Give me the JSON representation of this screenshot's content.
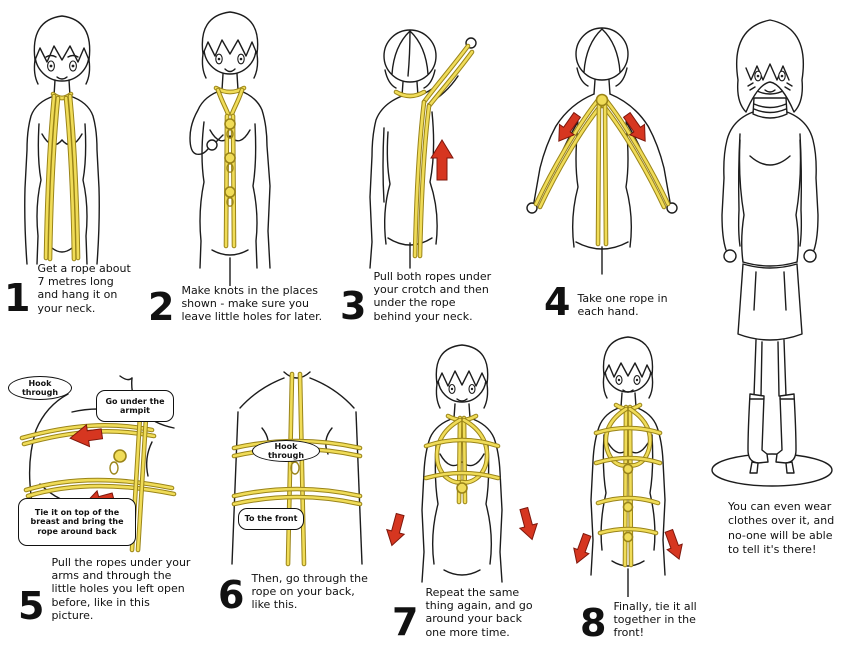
{
  "colors": {
    "background": "#ffffff",
    "rope_fill": "#f0dc58",
    "rope_outline": "#9a8418",
    "arrow_red": "#d63620",
    "line_art": "#1c1c1c"
  },
  "steps": [
    {
      "number": "1",
      "text": "Get a rope about 7 metres long and hang it on your neck."
    },
    {
      "number": "2",
      "text": "Make knots in the places shown - make sure you leave little holes for later."
    },
    {
      "number": "3",
      "text": "Pull both ropes under your crotch and then under the rope behind your neck."
    },
    {
      "number": "4",
      "text": "Take one rope in each hand."
    },
    {
      "number": "5",
      "text": "Pull the ropes under your arms and through the little holes you left open before, like in this picture."
    },
    {
      "number": "6",
      "text": "Then, go through the rope on your back, like this."
    },
    {
      "number": "7",
      "text": "Repeat the same thing again, and go around your back one more time."
    },
    {
      "number": "8",
      "text": "Finally, tie it all together in the front!"
    }
  ],
  "bubbles": {
    "step5_hook": "Hook through",
    "step5_armpit": "Go under the armpit",
    "step5_tie": "Tie it on top of the breast and bring the rope around back",
    "step6_hook": "Hook through",
    "step6_front": "To the front"
  },
  "final_panel": {
    "note": "You can even wear clothes over it, and no-one will be able to tell it's there!"
  }
}
